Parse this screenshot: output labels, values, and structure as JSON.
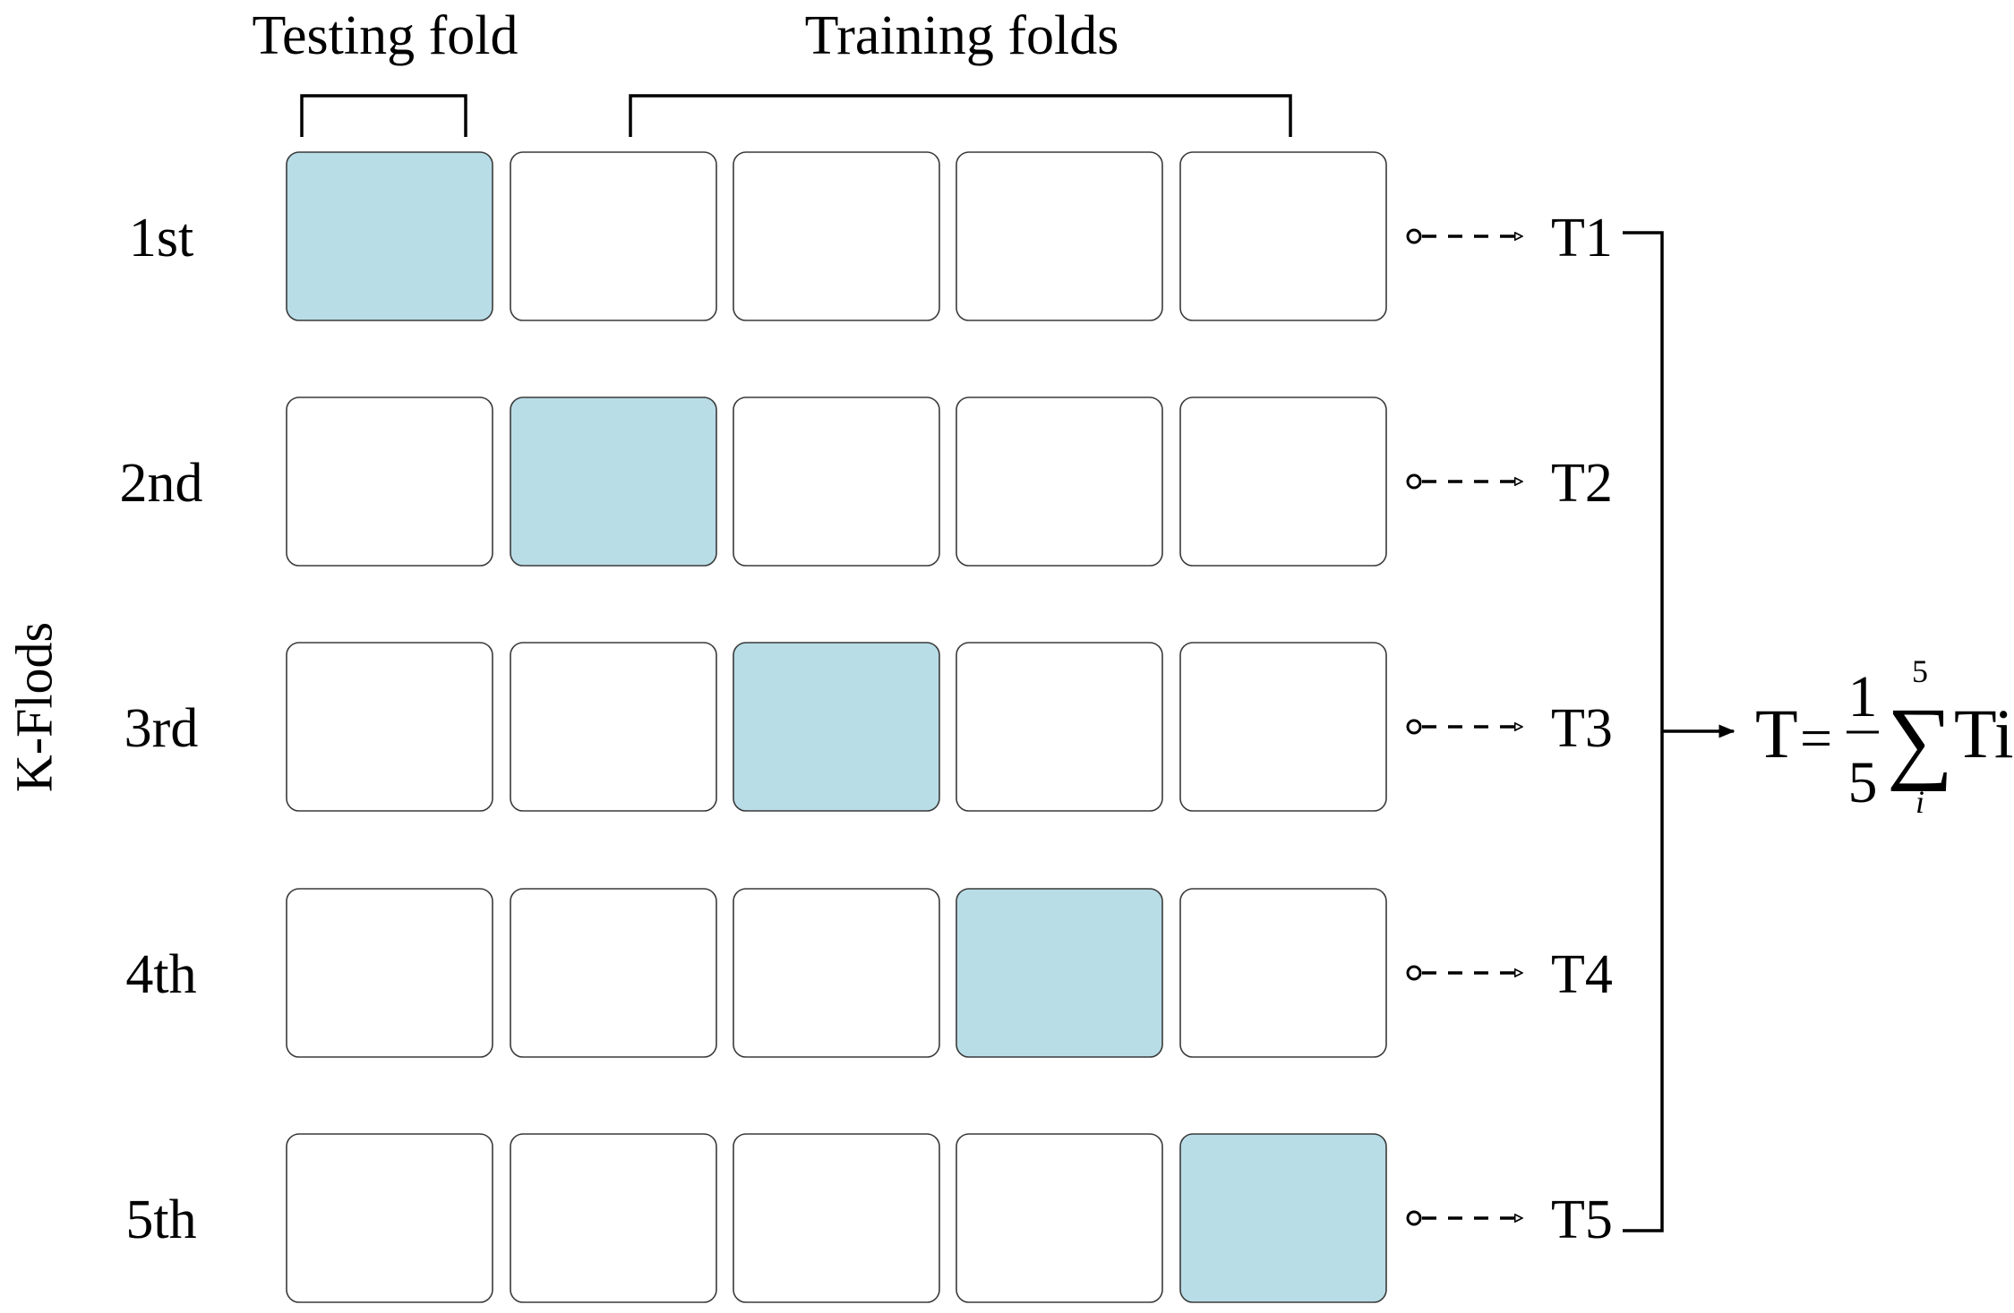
{
  "header": {
    "testing_label": "Testing fold",
    "training_label": "Training folds"
  },
  "y_axis_label": "K-Flods",
  "folds": [
    {
      "label": "1st",
      "test_index": 0,
      "result": "T1"
    },
    {
      "label": "2nd",
      "test_index": 1,
      "result": "T2"
    },
    {
      "label": "3rd",
      "test_index": 2,
      "result": "T3"
    },
    {
      "label": "4th",
      "test_index": 3,
      "result": "T4"
    },
    {
      "label": "5th",
      "test_index": 4,
      "result": "T5"
    }
  ],
  "colors": {
    "test_fill": "#b8dde6",
    "train_fill": "#ffffff"
  },
  "formula": {
    "lhs": "T",
    "equals": "=",
    "numerator": "1",
    "denominator": "5",
    "sum_symbol": "∑",
    "upper_limit": "5",
    "lower_limit": "i",
    "term": "Ti"
  }
}
